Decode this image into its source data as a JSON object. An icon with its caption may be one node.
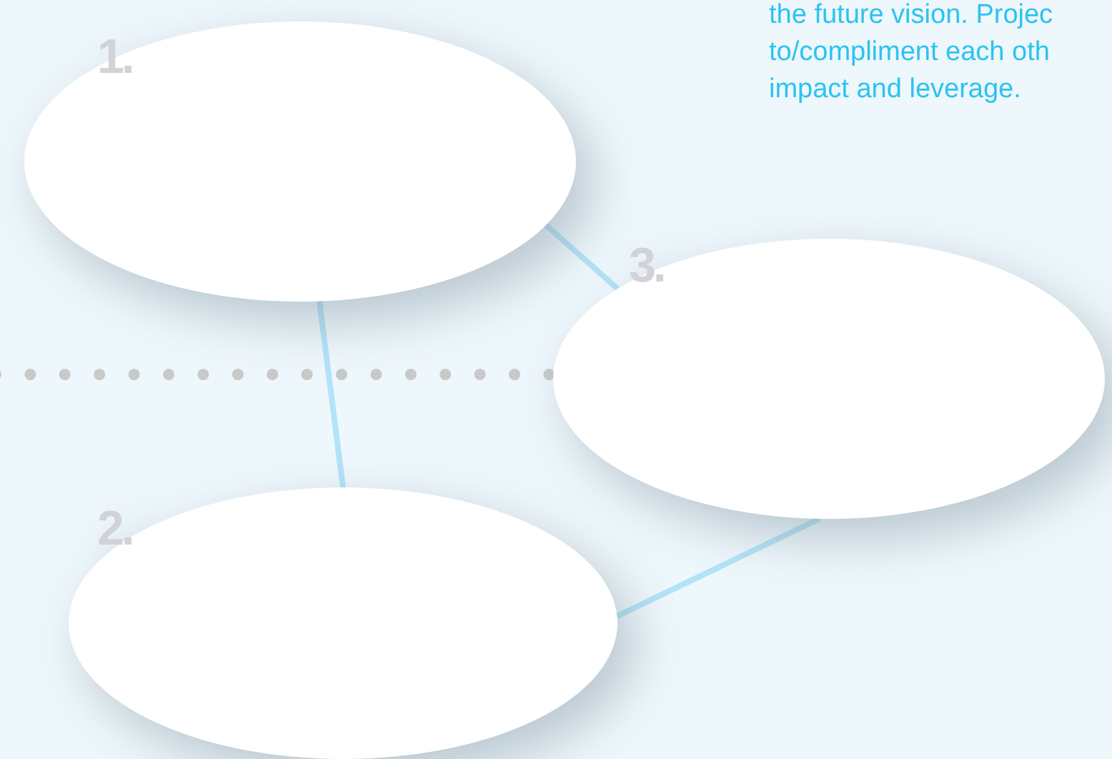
{
  "diagram": {
    "nodes": [
      {
        "text": [
          "1."
        ]
      },
      {
        "text": [
          "2."
        ]
      },
      {
        "text": [
          "3."
        ]
      }
    ],
    "edges": [
      {
        "from": 0,
        "to": 2,
        "arrow": "none"
      },
      {
        "from": 0,
        "to": 1,
        "arrow": "none"
      },
      {
        "from": 1,
        "to": 2,
        "arrow": "none"
      }
    ],
    "labels": [
      "the future vision. Projec to/compliment each oth impact and leverage."
    ]
  }
}
